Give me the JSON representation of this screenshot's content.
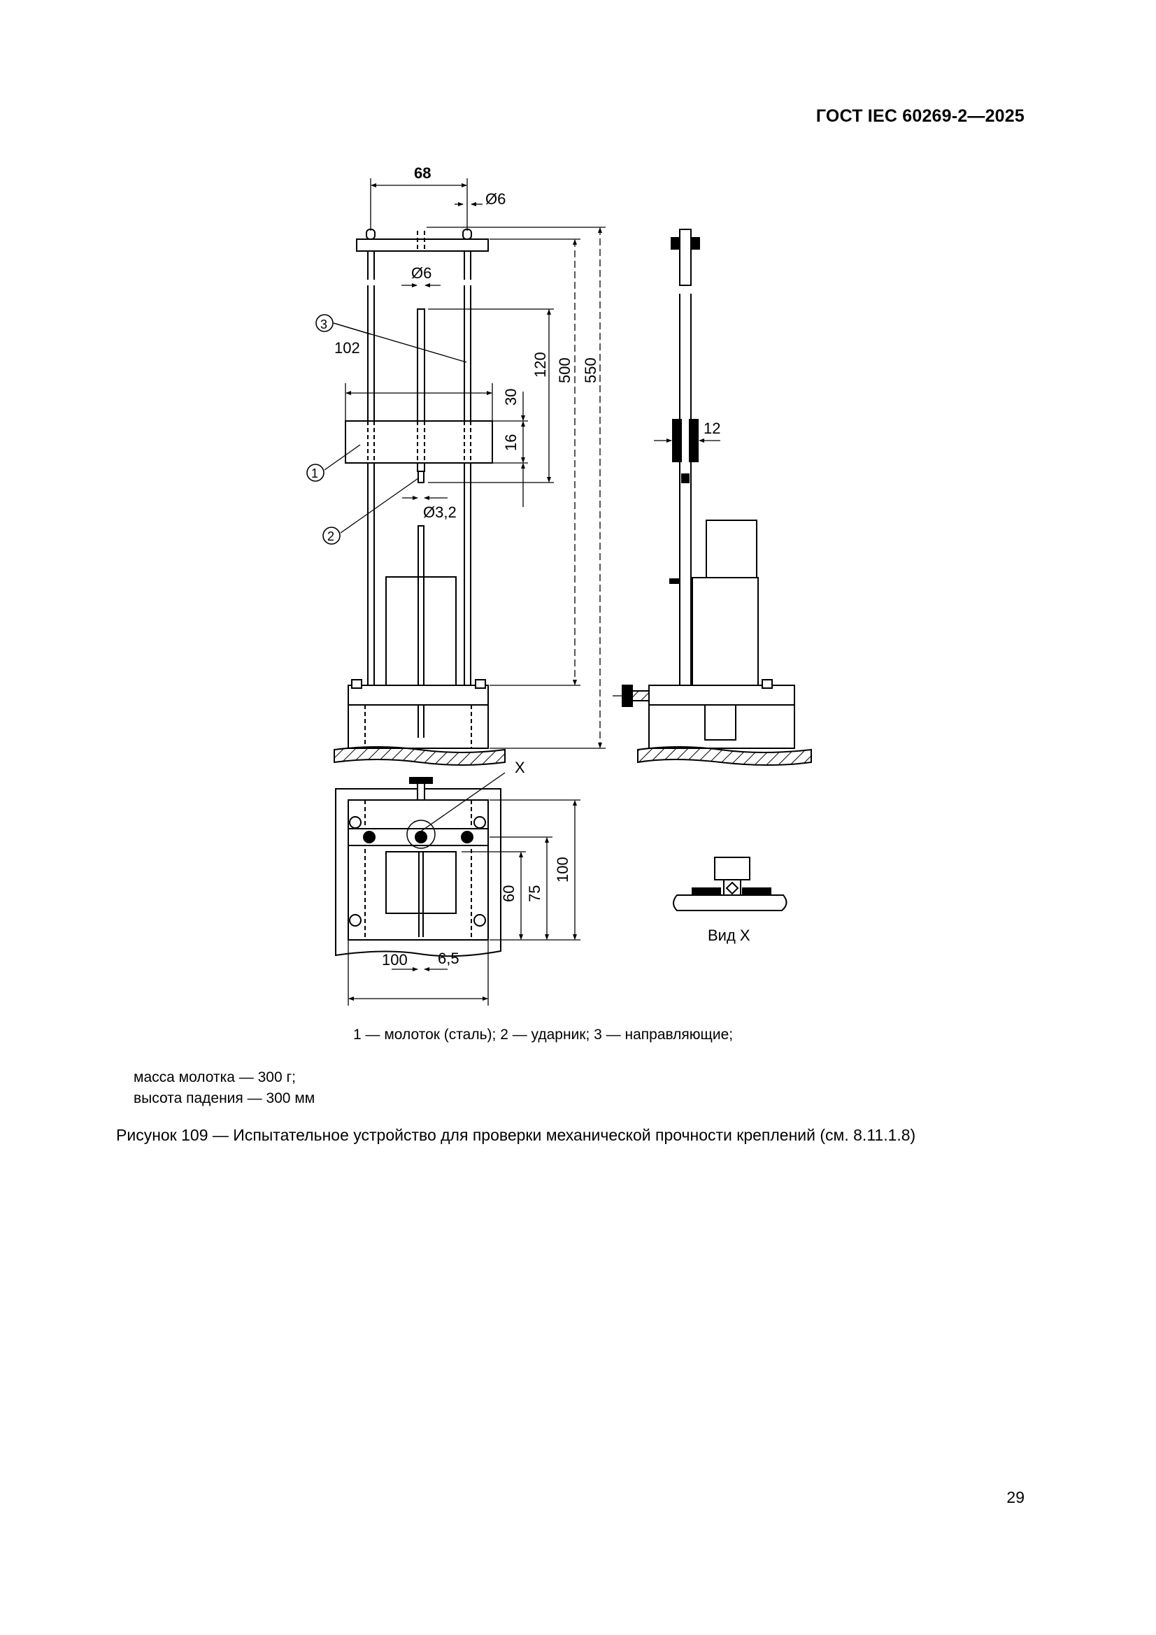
{
  "header": {
    "standard": "ГОСТ IEC 60269-2—2025"
  },
  "figure": {
    "dimensions": {
      "width_top": "68",
      "diam_guide": "Ø6",
      "diam_rod": "Ø6",
      "guide_spacing": "102",
      "height_120": "120",
      "height_500": "500",
      "height_550": "550",
      "dim_30": "30",
      "dim_16": "16",
      "diam_striker": "Ø3,2",
      "side_12": "12",
      "plan_100": "100",
      "plan_75": "75",
      "plan_60": "60",
      "bottom_100": "100",
      "bottom_6_5": "6,5"
    },
    "callouts": {
      "c1": "1",
      "c2": "2",
      "c3": "3"
    },
    "view_marker": "X",
    "view_label": "Вид X"
  },
  "legend": "1 — молоток (сталь); 2 — ударник; 3 — направляющие;",
  "notes": [
    "масса молотка — 300 г;",
    "высота падения — 300 мм"
  ],
  "caption": "Рисунок 109 — Испытательное устройство для проверки механической прочности креплений (см. 8.11.1.8)",
  "page_number": "29"
}
